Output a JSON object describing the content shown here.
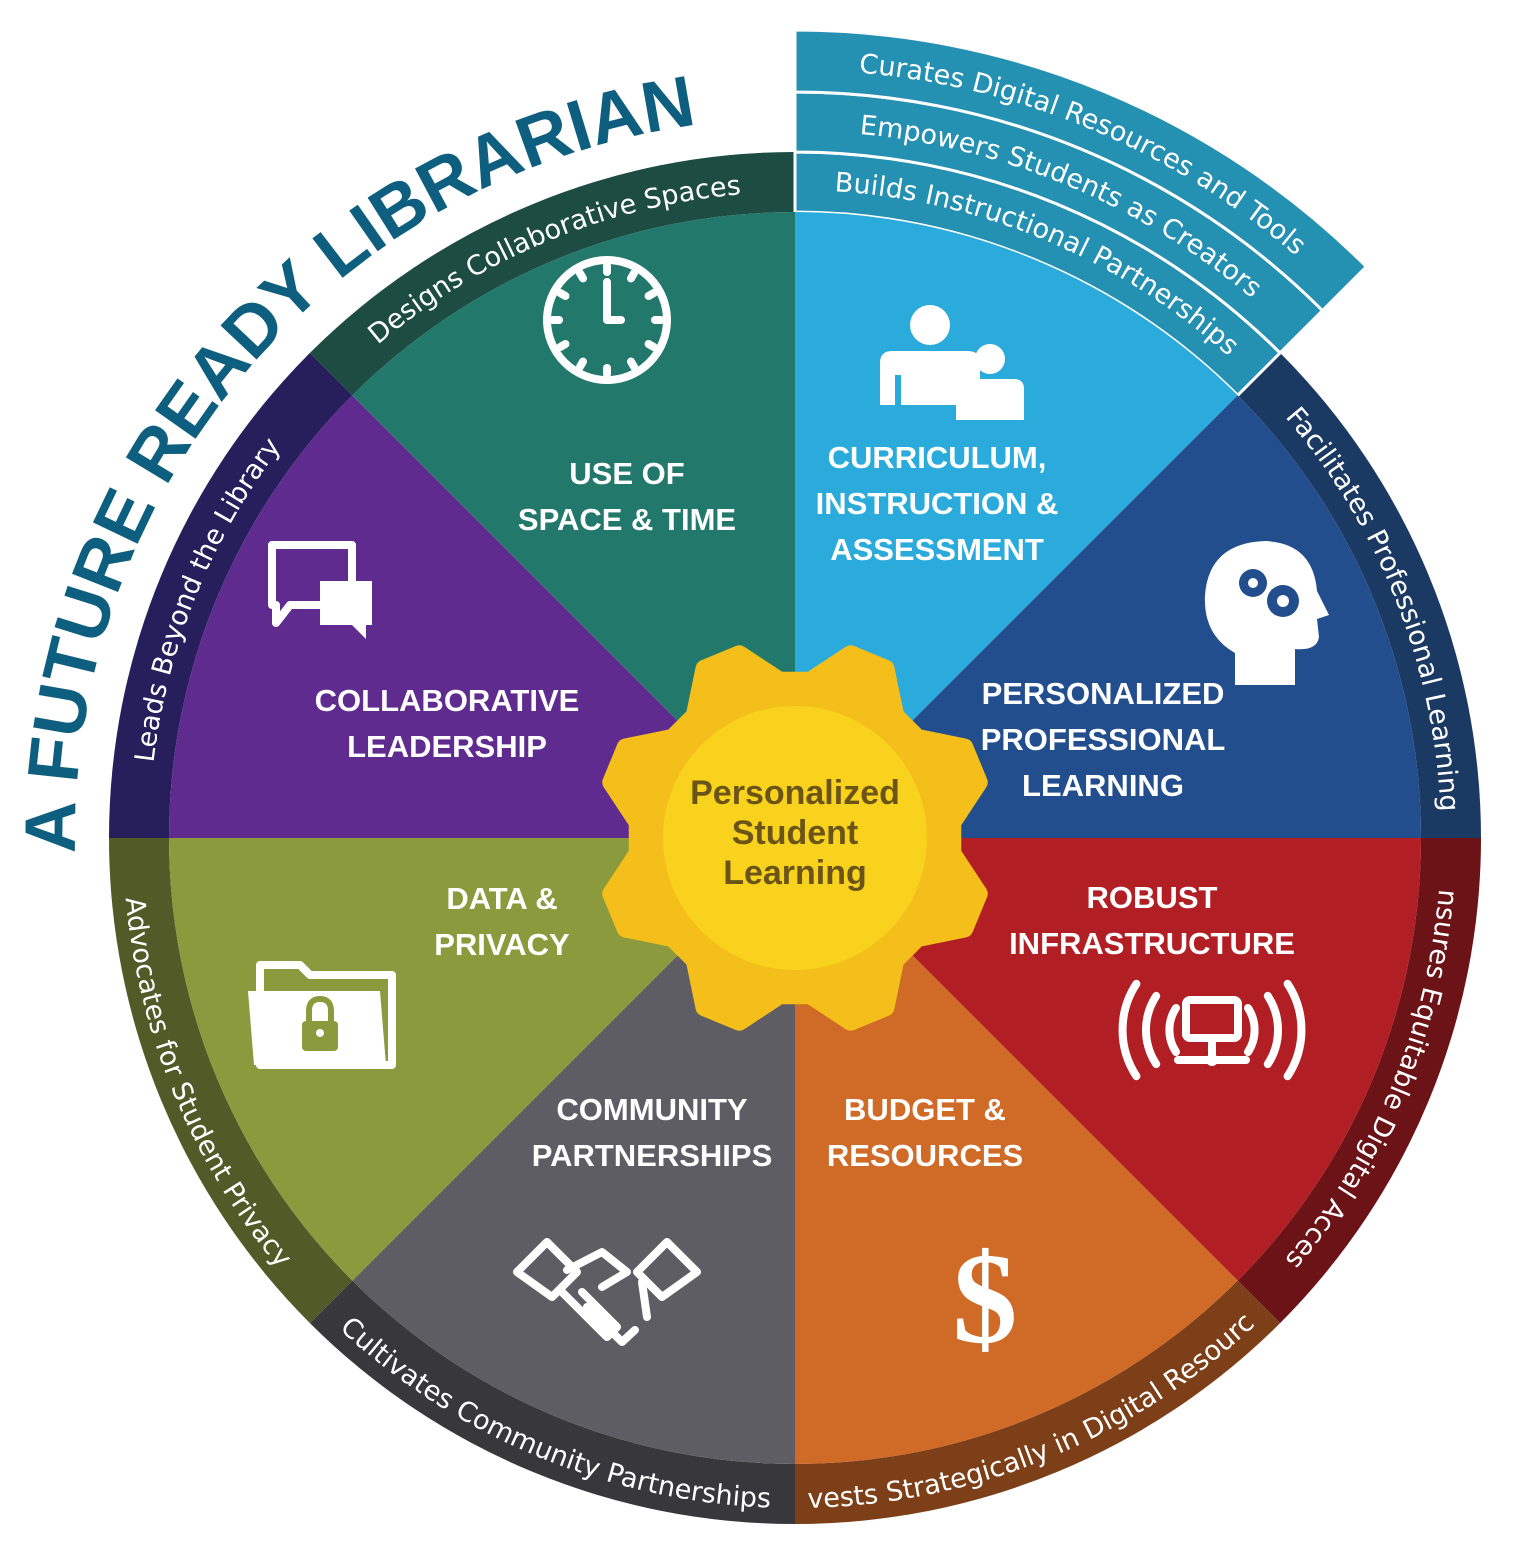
{
  "title": "A FUTURE READY LIBRARIAN",
  "center": {
    "lines": [
      "Personalized",
      "Student",
      "Learning"
    ]
  },
  "colors": {
    "title": "#0e5f7f",
    "gear": "#f5bf1b",
    "gear_inner": "#f8d21c",
    "center_text": "#6b5418"
  },
  "wedges": [
    {
      "id": "curriculum",
      "title_lines": [
        "CURRICULUM,",
        "INSTRUCTION &",
        "ASSESSMENT"
      ],
      "icon": "teacher-student-icon",
      "color": "#2aabdc",
      "ring_color": "#2490b2",
      "ring_labels": [
        "Curates Digital Resources and Tools",
        "Empowers Students as Creators",
        "Builds Instructional Partnerships"
      ]
    },
    {
      "id": "professional-learning",
      "title_lines": [
        "PERSONALIZED",
        "PROFESSIONAL",
        "LEARNING"
      ],
      "icon": "head-gears-icon",
      "color": "#224e8e",
      "ring_color": "#1b3a63",
      "ring_labels": [
        "Facilitates Professional Learning"
      ]
    },
    {
      "id": "infrastructure",
      "title_lines": [
        "ROBUST",
        "INFRASTRUCTURE"
      ],
      "icon": "network-signal-icon",
      "color": "#b11f24",
      "ring_color": "#6c1318",
      "ring_labels": [
        "Ensures Equitable Digital Access"
      ]
    },
    {
      "id": "budget",
      "title_lines": [
        "BUDGET &",
        "RESOURCES"
      ],
      "icon": "dollar-icon",
      "color": "#d06a27",
      "ring_color": "#7d3f18",
      "ring_labels": [
        "Invests Strategically in Digital Resources"
      ]
    },
    {
      "id": "community",
      "title_lines": [
        "COMMUNITY",
        "PARTNERSHIPS"
      ],
      "icon": "handshake-icon",
      "color": "#5d5d63",
      "ring_color": "#38383c",
      "ring_labels": [
        "Cultivates Community Partnerships"
      ]
    },
    {
      "id": "data-privacy",
      "title_lines": [
        "DATA &",
        "PRIVACY"
      ],
      "icon": "locked-folder-icon",
      "color": "#8a9a3c",
      "ring_color": "#525a27",
      "ring_labels": [
        "Advocates for Student Privacy"
      ]
    },
    {
      "id": "leadership",
      "title_lines": [
        "COLLABORATIVE",
        "LEADERSHIP"
      ],
      "icon": "chat-bubbles-icon",
      "color": "#5f2b8f",
      "ring_color": "#261f5c",
      "ring_labels": [
        "Leads Beyond the Library"
      ]
    },
    {
      "id": "space-time",
      "title_lines": [
        "USE OF",
        "SPACE & TIME"
      ],
      "icon": "clock-icon",
      "color": "#22786a",
      "ring_color": "#1c4c42",
      "ring_labels": [
        "Designs Collaborative Spaces"
      ]
    }
  ]
}
